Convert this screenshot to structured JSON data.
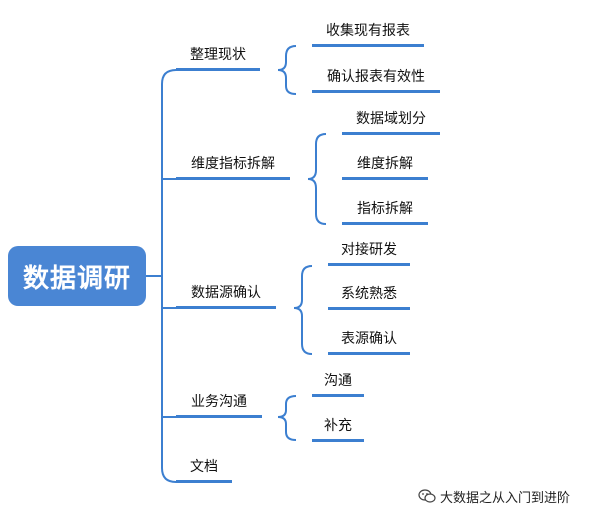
{
  "root": {
    "label": "数据调研"
  },
  "branches": [
    {
      "label": "整理现状",
      "children": [
        {
          "label": "收集现有报表"
        },
        {
          "label": "确认报表有效性"
        }
      ]
    },
    {
      "label": "维度指标拆解",
      "children": [
        {
          "label": "数据域划分"
        },
        {
          "label": "维度拆解"
        },
        {
          "label": "指标拆解"
        }
      ]
    },
    {
      "label": "数据源确认",
      "children": [
        {
          "label": "对接研发"
        },
        {
          "label": "系统熟悉"
        },
        {
          "label": "表源确认"
        }
      ]
    },
    {
      "label": "业务沟通",
      "children": [
        {
          "label": "沟通"
        },
        {
          "label": "补充"
        }
      ]
    },
    {
      "label": "文档",
      "children": []
    }
  ],
  "watermark": {
    "text": "大数据之从入门到进阶",
    "icon": "wechat-icon"
  },
  "colors": {
    "root_fill": "#4a86d4",
    "underline": "#3c7fd0",
    "connector": "#3c7fd0"
  }
}
